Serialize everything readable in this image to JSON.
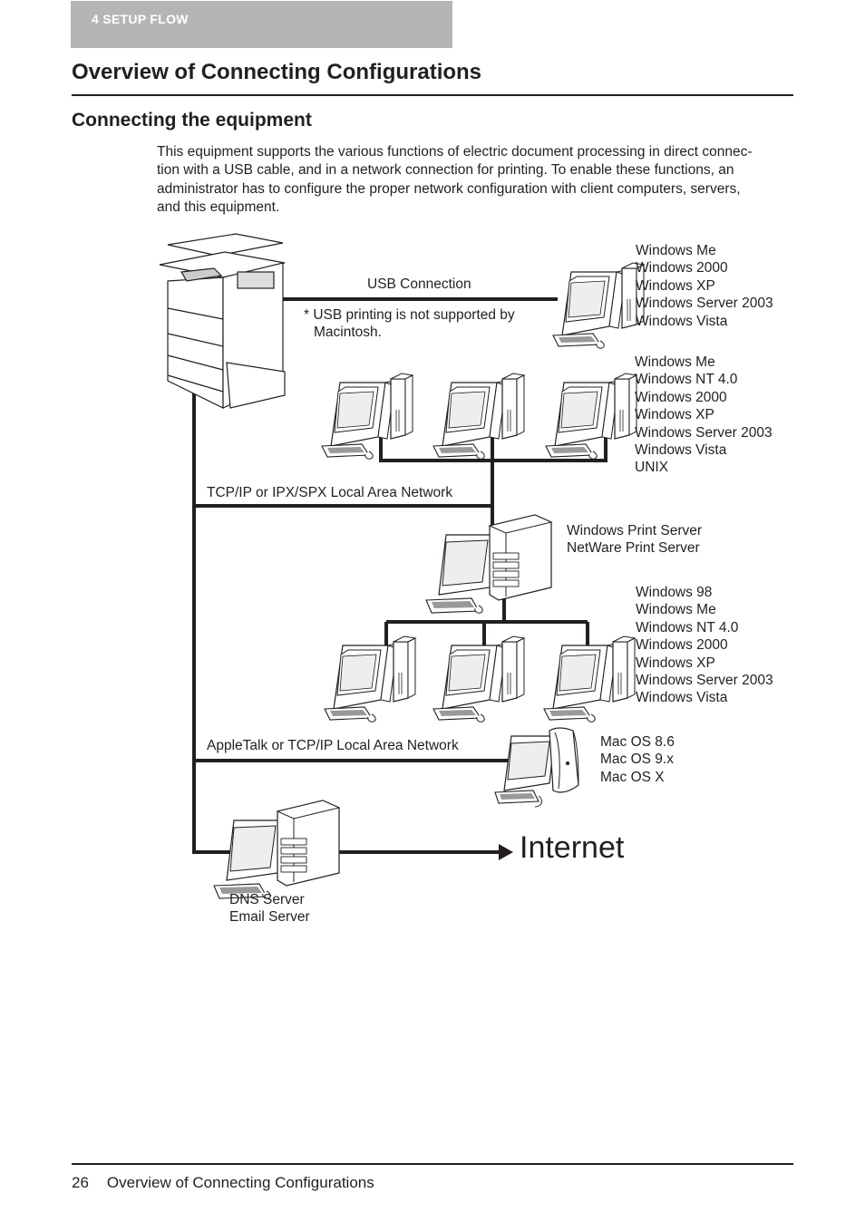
{
  "header": {
    "chapter_label": "4   SETUP FLOW"
  },
  "title": "Overview of Connecting Configurations",
  "section": "Connecting the equipment",
  "intro_lines": [
    "This equipment supports the various functions of electric document processing in direct connec-",
    "tion with a USB cable, and in a network connection for printing. To enable these functions, an",
    "administrator has to configure the proper network configuration with client computers, servers,",
    "and this equipment."
  ],
  "diagram": {
    "usb_label": "USB Connection",
    "usb_note": [
      "* USB printing is not supported by",
      "Macintosh."
    ],
    "usb_os": [
      "Windows Me",
      "Windows 2000",
      "Windows XP",
      "Windows Server 2003",
      "Windows Vista"
    ],
    "lan1_os": [
      "Windows Me",
      "Windows NT 4.0",
      "Windows 2000",
      "Windows XP",
      "Windows Server 2003",
      "Windows Vista",
      "UNIX"
    ],
    "lan1_label": "TCP/IP or IPX/SPX Local Area Network",
    "print_server": [
      "Windows Print Server",
      "NetWare Print Server"
    ],
    "lan2_os": [
      "Windows 98",
      "Windows Me",
      "Windows NT 4.0",
      "Windows 2000",
      "Windows XP",
      "Windows Server 2003",
      "Windows Vista"
    ],
    "apple_label": "AppleTalk or TCP/IP Local Area Network",
    "mac_os": [
      "Mac OS 8.6",
      "Mac OS 9.x",
      "Mac OS X"
    ],
    "internet_label": "Internet",
    "server_label": [
      "DNS Server",
      "Email Server"
    ]
  },
  "footer": {
    "page_number": "26",
    "title": "Overview of Connecting Configurations"
  }
}
